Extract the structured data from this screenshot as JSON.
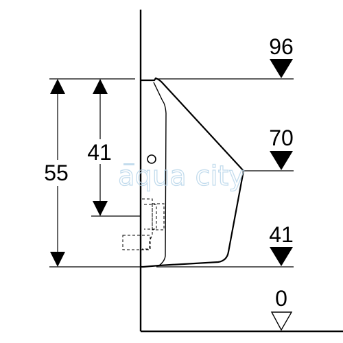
{
  "levels": {
    "level_96": {
      "value": "96",
      "marker": "filled-down-triangle"
    },
    "level_70": {
      "value": "70",
      "marker": "filled-down-triangle"
    },
    "level_41": {
      "value": "41",
      "marker": "filled-down-triangle"
    },
    "level_0": {
      "value": "0",
      "marker": "outline-down-triangle"
    }
  },
  "dimensions": {
    "overall_height": "55",
    "outlet_height": "41"
  },
  "watermark": {
    "text": "aqua city"
  },
  "colors": {
    "lines": "#000000",
    "background": "#ffffff",
    "watermark": "#b9d6ea"
  }
}
